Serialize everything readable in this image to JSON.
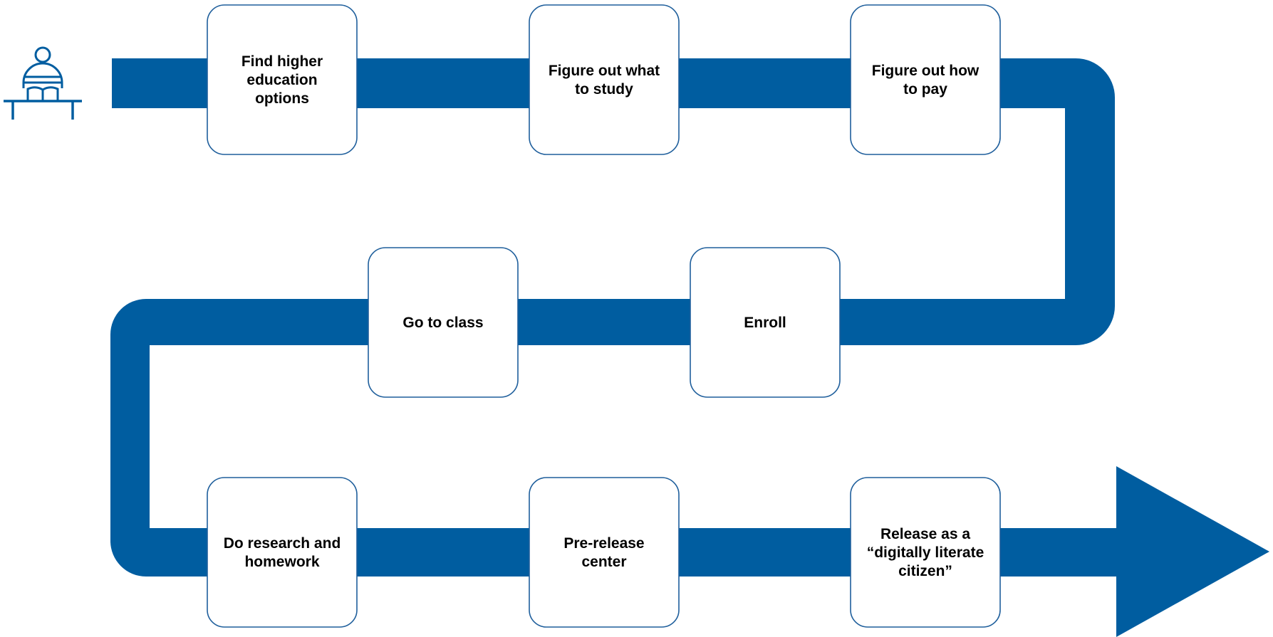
{
  "colors": {
    "path": "#005da0",
    "box_border": "#1f5f9c",
    "box_fill": "#ffffff",
    "text": "#000000",
    "icon": "#005da0"
  },
  "start_icon": "student-at-desk-reading-icon",
  "steps": [
    {
      "lines": [
        "Find higher",
        "education",
        "options"
      ]
    },
    {
      "lines": [
        "Figure out what",
        "to study"
      ]
    },
    {
      "lines": [
        "Figure out how",
        "to pay"
      ]
    },
    {
      "lines": [
        "Enroll"
      ]
    },
    {
      "lines": [
        "Go to class"
      ]
    },
    {
      "lines": [
        "Do research and",
        "homework"
      ]
    },
    {
      "lines": [
        "Pre-release",
        "center"
      ]
    },
    {
      "lines": [
        "Release as a",
        "“digitally literate",
        "citizen”"
      ]
    }
  ],
  "end_marker": "arrow-right-icon"
}
